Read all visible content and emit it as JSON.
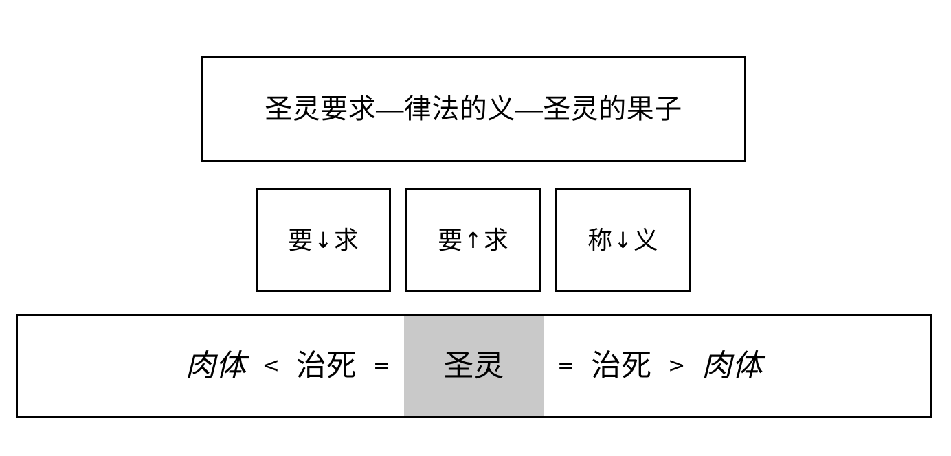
{
  "diagram": {
    "title_box": {
      "text": "圣灵要求—律法的义—圣灵的果子"
    },
    "middle_boxes": [
      {
        "left": "要",
        "arrow": "↓",
        "right": "求",
        "arrow_name": "arrow-down-icon"
      },
      {
        "left": "要",
        "arrow": "↑",
        "right": "求",
        "arrow_name": "arrow-up-icon"
      },
      {
        "left": "称",
        "arrow": "↓",
        "right": "义",
        "arrow_name": "arrow-down-icon"
      }
    ],
    "equation": {
      "tokens": [
        {
          "text": "肉体",
          "style": "italic",
          "kind": "term"
        },
        {
          "text": "<",
          "style": "op",
          "kind": "operator"
        },
        {
          "text": "治死",
          "style": "plain",
          "kind": "term"
        },
        {
          "text": "=",
          "style": "op",
          "kind": "operator"
        },
        {
          "text": "圣灵",
          "style": "highlight",
          "kind": "term"
        },
        {
          "text": "=",
          "style": "op",
          "kind": "operator"
        },
        {
          "text": "治死",
          "style": "plain",
          "kind": "term"
        },
        {
          "text": ">",
          "style": "op",
          "kind": "operator"
        },
        {
          "text": "肉体",
          "style": "italic",
          "kind": "term"
        }
      ],
      "highlight_color": "#c9c9c9"
    },
    "colors": {
      "background": "#ffffff",
      "border": "#000000",
      "text": "#000000",
      "highlight": "#c9c9c9"
    }
  }
}
